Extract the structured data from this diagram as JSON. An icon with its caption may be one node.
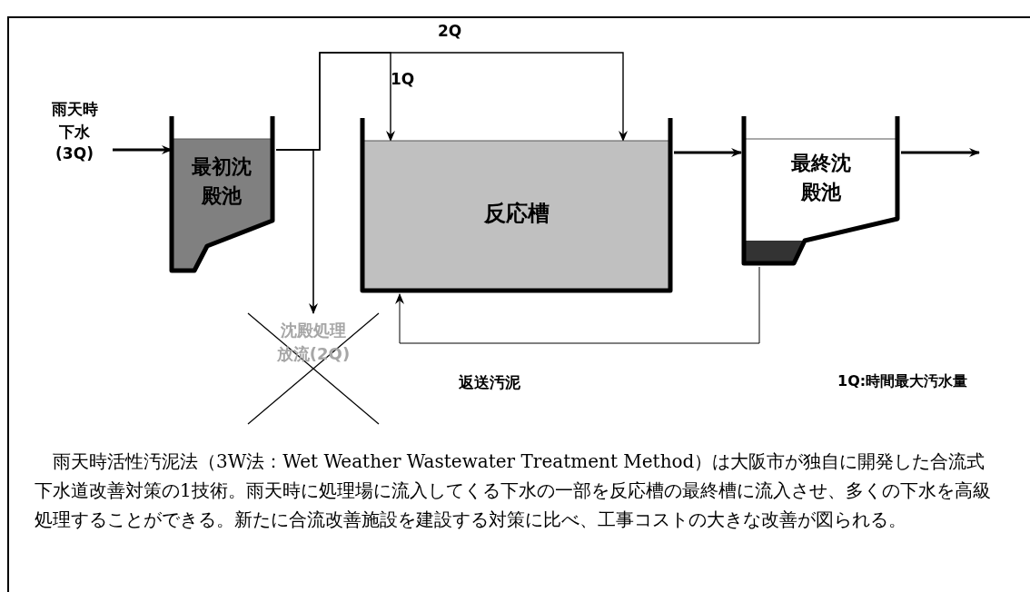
{
  "diagram": {
    "caption": "雨天時活性汚泥法（3W法：Wet Weather Wastewater Treatment Method）は大阪市が独自に開発した合流式下水道改善対策の1技術。雨天時に処理場に流入してくる下水の一部を反応槽の最終槽に流入させ、多くの下水を高級処理することができる。新たに合流改善施設を建設する対策に比べ、工事コストの大きな改善が図られる。",
    "nodes": [
      {
        "text": [
          "雨天時下水(3Q)"
        ]
      },
      {
        "text": [
          "最初沈殿池"
        ]
      },
      {
        "text": [
          "反応槽"
        ]
      },
      {
        "text": [
          "最終沈殿池"
        ]
      },
      {
        "text": [
          "沈殿処理放流(2Q)"
        ]
      }
    ],
    "edges": [
      {
        "from": 0,
        "to": 1,
        "arrow": "to"
      },
      {
        "from": 1,
        "to": 2,
        "arrow": "to",
        "label": "1Q"
      },
      {
        "from": 1,
        "to": 2,
        "arrow": "to",
        "label": "2Q"
      },
      {
        "from": 1,
        "to": 4,
        "arrow": "to"
      },
      {
        "from": 2,
        "to": 3,
        "arrow": "to"
      },
      {
        "from": 3,
        "to": null,
        "arrow": "to"
      },
      {
        "from": 3,
        "to": 2,
        "arrow": "to",
        "label": "返送汚泥"
      }
    ],
    "labels": [
      "1Q:時間最大汚水量"
    ]
  }
}
